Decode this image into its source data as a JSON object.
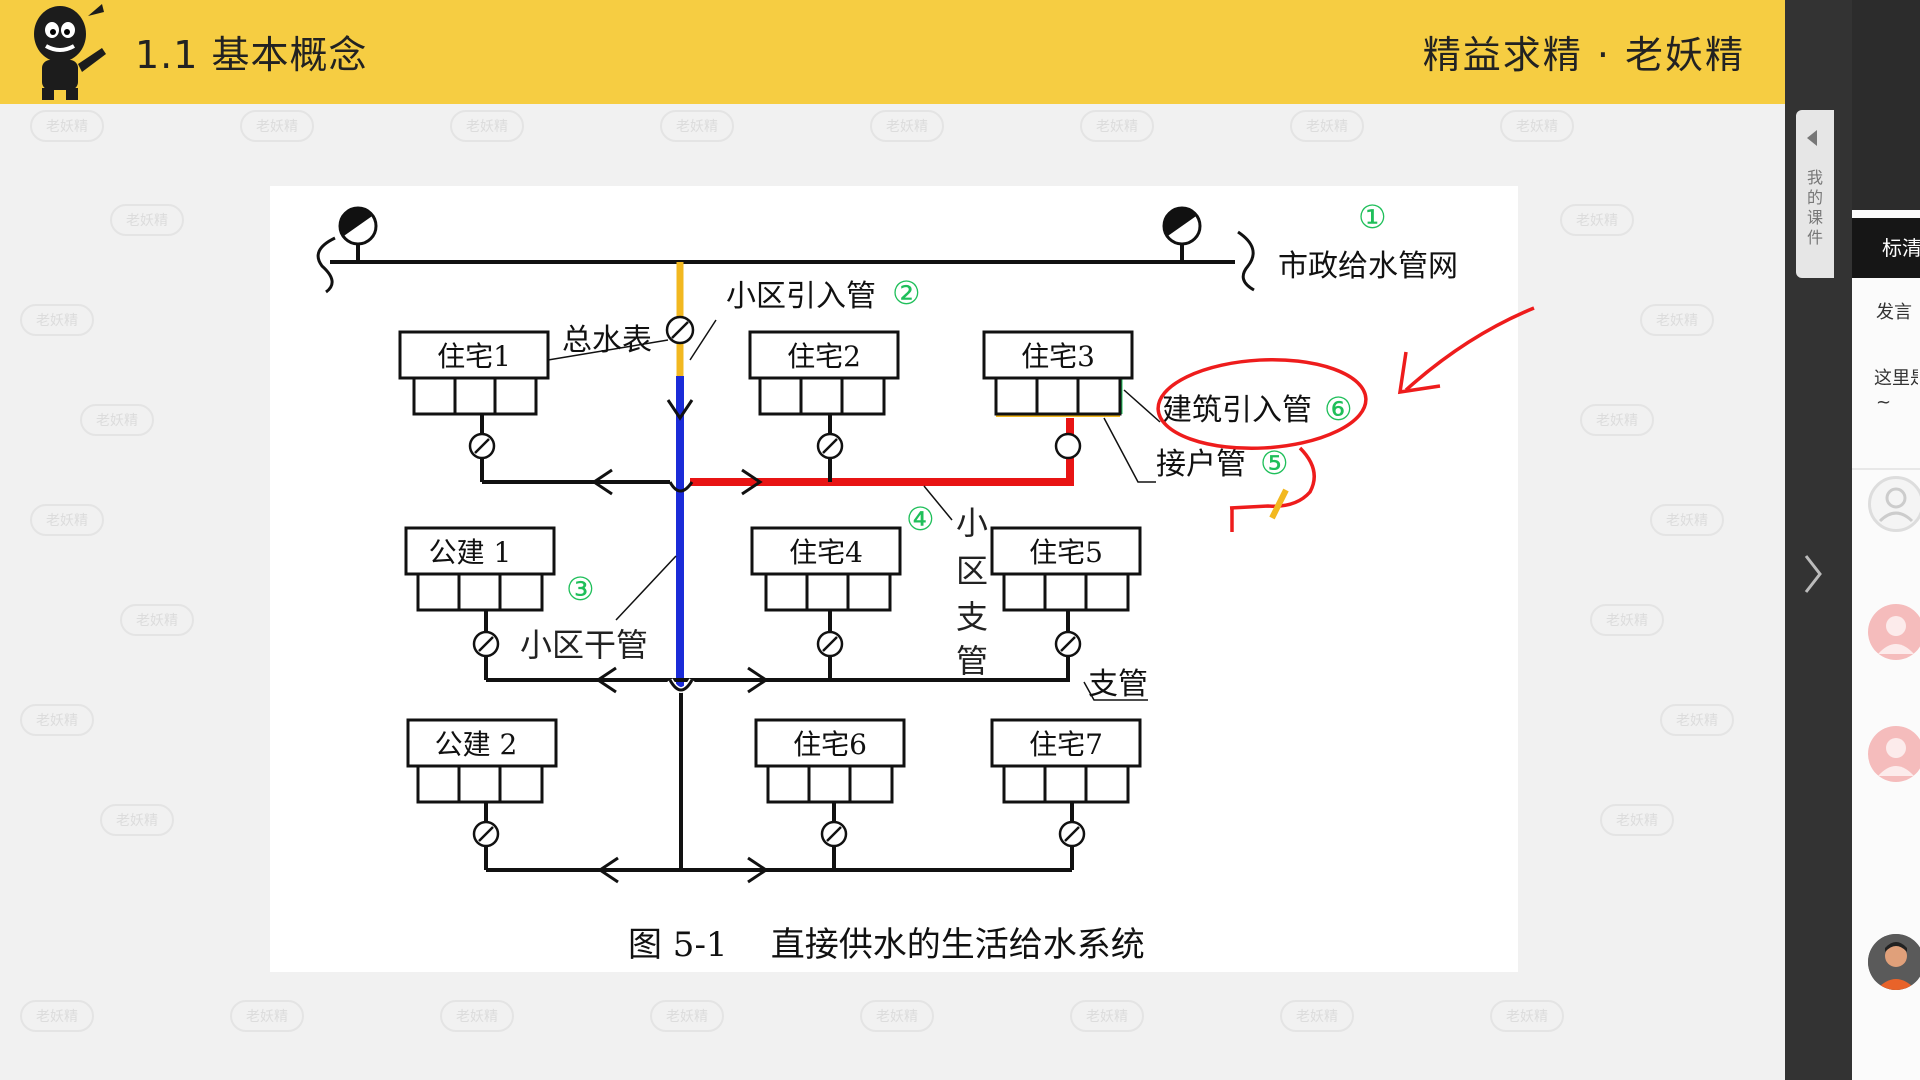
{
  "header": {
    "section_title": "1.1  基本概念",
    "brand_title": "精益求精 · 老妖精"
  },
  "watermark_text": "老妖精",
  "diagram": {
    "caption": "图 5-1    直接供水的生活给水系统",
    "labels": {
      "municipal": "市政给水管网",
      "intake": "小区引入管",
      "main_meter": "总水表",
      "trunk": "小区干管",
      "branch_v": [
        "小",
        "区",
        "支",
        "管"
      ],
      "branch": "支管",
      "building_inlet": "建筑引入管",
      "service_pipe": "接户管"
    },
    "numbers": [
      "①",
      "②",
      "③",
      "④",
      "⑤",
      "⑥"
    ],
    "buildings": {
      "r1": "住宅1",
      "r2": "住宅2",
      "r3": "住宅3",
      "p1": "公建 1",
      "r4": "住宅4",
      "r5": "住宅5",
      "p2": "公建 2",
      "r6": "住宅6",
      "r7": "住宅7"
    },
    "colors": {
      "intake_pipe": "#f2b820",
      "trunk_pipe": "#1a2bd8",
      "branch_pipe": "#e81414",
      "annotation": "#ee1c1c",
      "number_green": "#1fbf5a"
    }
  },
  "sidebar": {
    "collapse_label": "我的课件",
    "tab_label": "标清",
    "items": [
      "发言",
      "这里是",
      "~"
    ]
  }
}
